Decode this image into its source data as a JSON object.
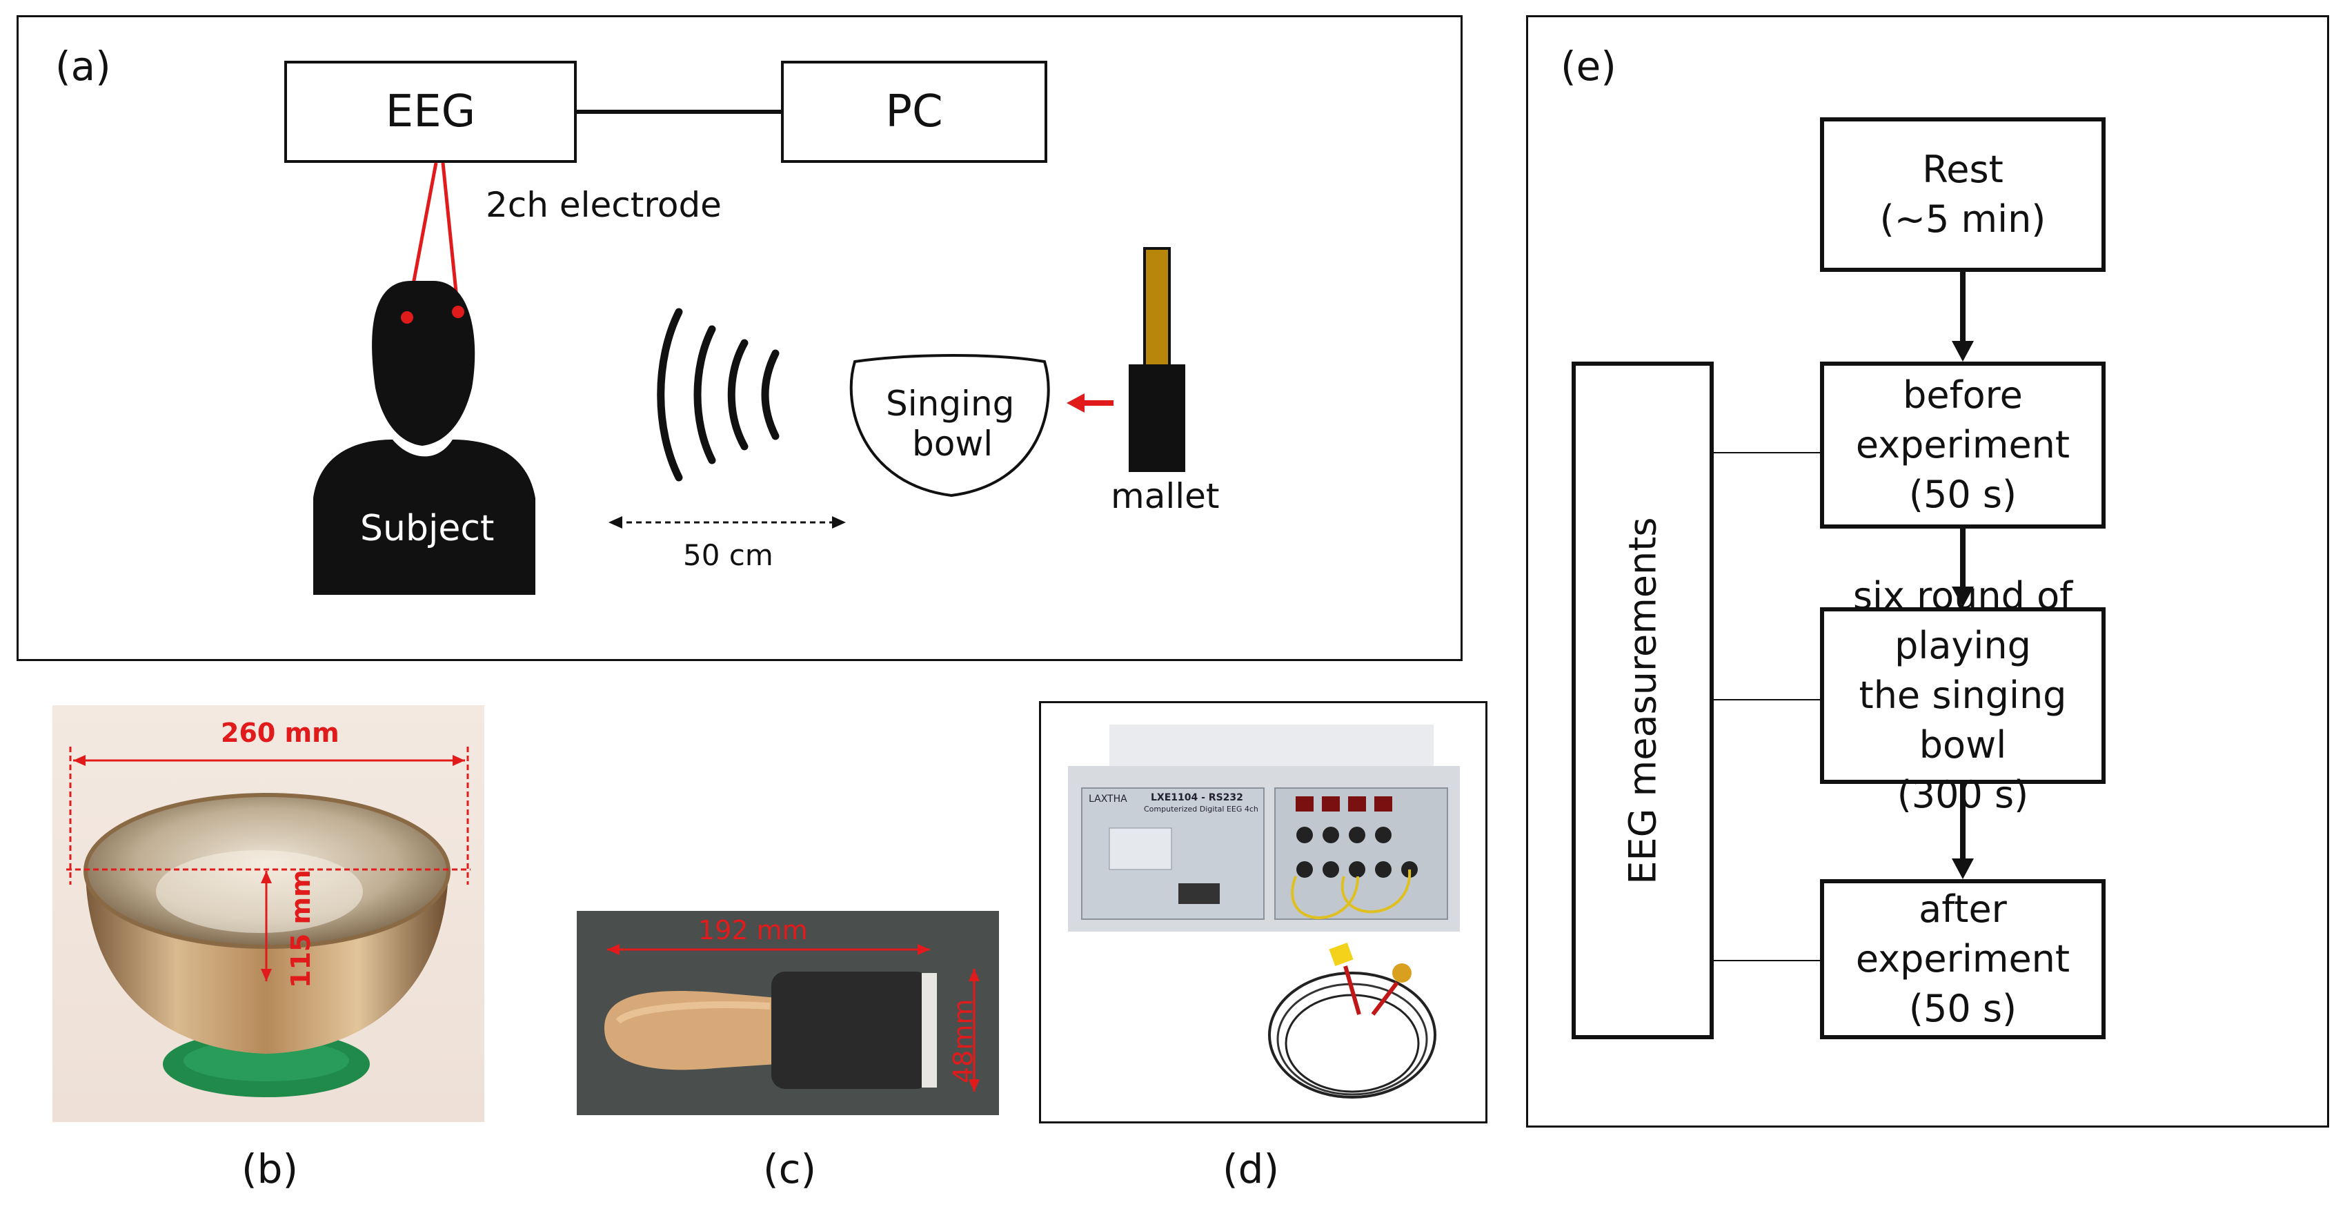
{
  "panel_a": {
    "tag": "(a)",
    "eeg_label": "EEG",
    "pc_label": "PC",
    "electrode_label": "2ch electrode",
    "subject_label": "Subject",
    "bowl_label_line1": "Singing",
    "bowl_label_line2": "bowl",
    "mallet_label": "mallet",
    "distance_label": "50 cm"
  },
  "panel_b": {
    "tag": "(b)",
    "width_label": "260 mm",
    "height_label": "115 mm"
  },
  "panel_c": {
    "tag": "(c)",
    "length_label": "192 mm",
    "diameter_label": "48mm"
  },
  "panel_d": {
    "tag": "(d)",
    "device_brand": "LAXTHA",
    "device_model": "LXE1104 - RS232",
    "device_sub": "Computerized Digital EEG 4ch"
  },
  "panel_e": {
    "tag": "(e)",
    "side_label": "EEG measurements",
    "steps": [
      {
        "line1": "Rest",
        "line2": "(~5 min)"
      },
      {
        "line1": "before experiment",
        "line2": "(50 s)"
      },
      {
        "line1": "six round of playing",
        "line2": "the singing bowl",
        "line3": "(300 s)"
      },
      {
        "line1": "after experiment",
        "line2": "(50 s)"
      }
    ]
  },
  "colors": {
    "accent_red": "#e11b1b",
    "mallet_handle": "#b8860b",
    "bowl_brass": "#c9a46a",
    "felt": "#2a2a2a"
  }
}
